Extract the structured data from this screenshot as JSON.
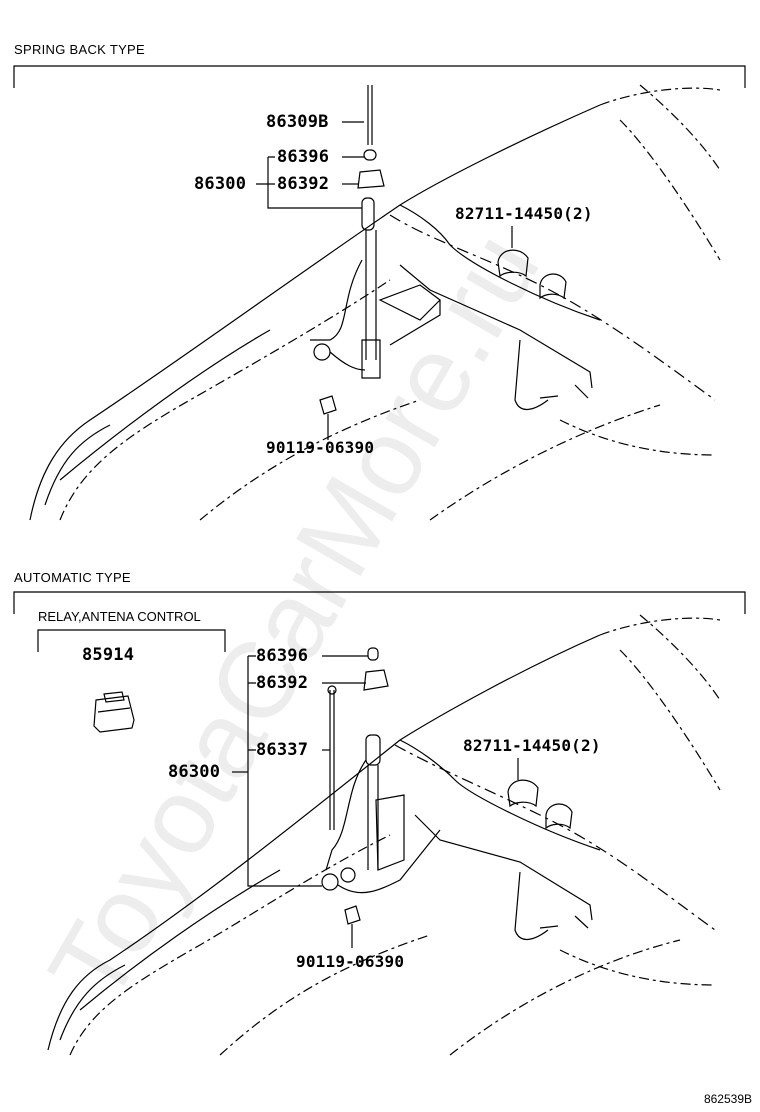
{
  "sections": [
    {
      "title": "SPRING BACK TYPE",
      "parts": {
        "rod": "86309B",
        "nut": "86396",
        "assembly": "86300",
        "pad": "86392",
        "clamp": "82711-14450(2)",
        "bolt": "90119-06390"
      }
    },
    {
      "title": "AUTOMATIC TYPE",
      "relay_note": "RELAY,ANTENA CONTROL",
      "parts": {
        "relay": "85914",
        "nut": "86396",
        "pad": "86392",
        "rod": "86337",
        "assembly": "86300",
        "clamp": "82711-14450(2)",
        "bolt": "90119-06390"
      }
    }
  ],
  "watermark": "ToyotaCarMore.ru",
  "diagram_id": "862539B"
}
